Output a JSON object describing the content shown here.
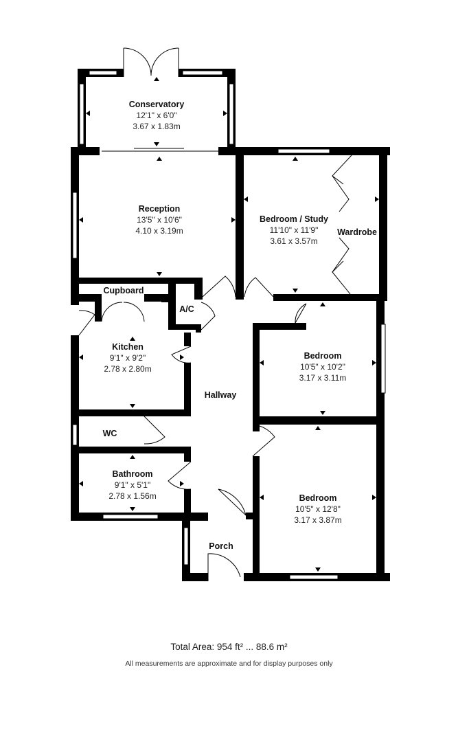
{
  "rooms": {
    "conservatory": {
      "name": "Conservatory",
      "imperial": "12'1\" x 6'0\"",
      "metric": "3.67 x 1.83m"
    },
    "reception": {
      "name": "Reception",
      "imperial": "13'5\" x 10'6\"",
      "metric": "4.10 x 3.19m"
    },
    "bedroom_study": {
      "name": "Bedroom / Study",
      "imperial": "11'10\" x 11'9\"",
      "metric": "3.61 x 3.57m"
    },
    "wardrobe": {
      "name": "Wardrobe"
    },
    "cupboard": {
      "name": "Cupboard"
    },
    "ac": {
      "name": "A/C"
    },
    "kitchen": {
      "name": "Kitchen",
      "imperial": "9'1\" x 9'2\"",
      "metric": "2.78 x 2.80m"
    },
    "hallway": {
      "name": "Hallway"
    },
    "bedroom_2": {
      "name": "Bedroom",
      "imperial": "10'5\" x 10'2\"",
      "metric": "3.17 x 3.11m"
    },
    "wc": {
      "name": "WC"
    },
    "bathroom": {
      "name": "Bathroom",
      "imperial": "9'1\" x 5'1\"",
      "metric": "2.78 x 1.56m"
    },
    "bedroom_3": {
      "name": "Bedroom",
      "imperial": "10'5\" x 12'8\"",
      "metric": "3.17 x 3.87m"
    },
    "porch": {
      "name": "Porch"
    }
  },
  "footer": {
    "total_area": "Total Area: 954 ft² ... 88.6 m²",
    "disclaimer": "All measurements are approximate and for display purposes only"
  },
  "colors": {
    "wall": "#000000",
    "window": "#ffffff",
    "background": "#ffffff"
  }
}
